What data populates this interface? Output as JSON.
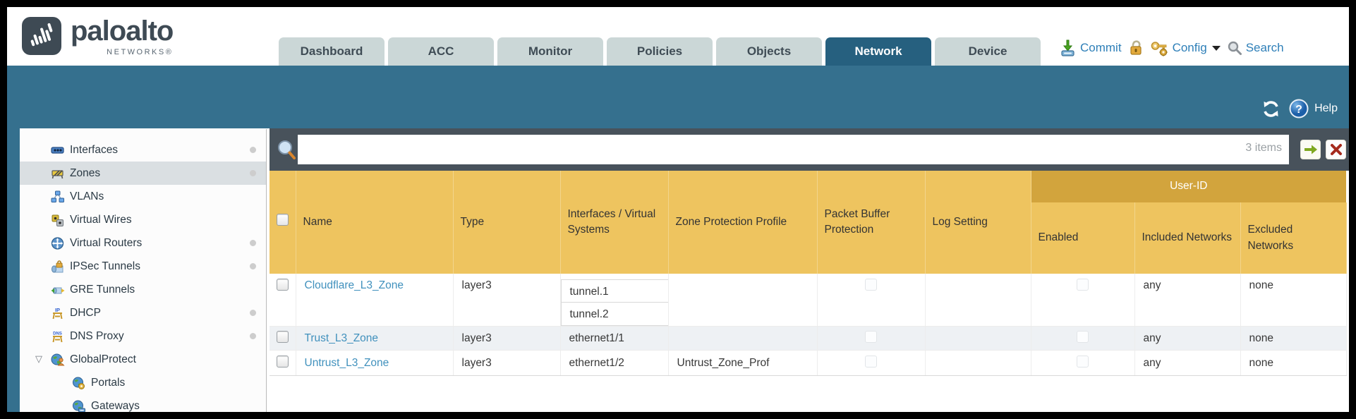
{
  "brand": {
    "name": "paloalto",
    "sub": "NETWORKS®"
  },
  "nav": {
    "tabs": [
      {
        "label": "Dashboard",
        "active": false
      },
      {
        "label": "ACC",
        "active": false
      },
      {
        "label": "Monitor",
        "active": false
      },
      {
        "label": "Policies",
        "active": false
      },
      {
        "label": "Objects",
        "active": false
      },
      {
        "label": "Network",
        "active": true
      },
      {
        "label": "Device",
        "active": false
      }
    ]
  },
  "actions": {
    "commit": "Commit",
    "config": "Config",
    "search": "Search",
    "help": "Help"
  },
  "toolbar": {
    "filter_value": "",
    "items_count": "3 items"
  },
  "sidebar": {
    "items": [
      {
        "label": "Interfaces",
        "icon": "interfaces-icon",
        "dot": true,
        "selected": false
      },
      {
        "label": "Zones",
        "icon": "zones-icon",
        "dot": true,
        "selected": true
      },
      {
        "label": "VLANs",
        "icon": "vlans-icon",
        "dot": false,
        "selected": false
      },
      {
        "label": "Virtual Wires",
        "icon": "virtual-wires-icon",
        "dot": false,
        "selected": false
      },
      {
        "label": "Virtual Routers",
        "icon": "virtual-routers-icon",
        "dot": true,
        "selected": false
      },
      {
        "label": "IPSec Tunnels",
        "icon": "ipsec-tunnels-icon",
        "dot": true,
        "selected": false
      },
      {
        "label": "GRE Tunnels",
        "icon": "gre-tunnels-icon",
        "dot": false,
        "selected": false
      },
      {
        "label": "DHCP",
        "icon": "dhcp-icon",
        "dot": true,
        "selected": false
      },
      {
        "label": "DNS Proxy",
        "icon": "dns-proxy-icon",
        "dot": true,
        "selected": false
      },
      {
        "label": "GlobalProtect",
        "icon": "globalprotect-icon",
        "dot": false,
        "selected": false,
        "expanded": true,
        "children": [
          {
            "label": "Portals",
            "icon": "portals-icon"
          },
          {
            "label": "Gateways",
            "icon": "gateways-icon"
          }
        ]
      }
    ]
  },
  "table": {
    "columns": [
      "Name",
      "Type",
      "Interfaces / Virtual Systems",
      "Zone Protection Profile",
      "Packet Buffer Protection",
      "Log Setting"
    ],
    "group_header": "User-ID",
    "user_id_columns": [
      "Enabled",
      "Included Networks",
      "Excluded Networks"
    ],
    "rows": [
      {
        "name": "Cloudflare_L3_Zone",
        "type": "layer3",
        "interfaces": [
          "tunnel.1",
          "tunnel.2"
        ],
        "zone_protection_profile": "",
        "log_setting": "",
        "included_networks": "any",
        "excluded_networks": "none"
      },
      {
        "name": "Trust_L3_Zone",
        "type": "layer3",
        "interfaces": [
          "ethernet1/1"
        ],
        "zone_protection_profile": "",
        "log_setting": "",
        "included_networks": "any",
        "excluded_networks": "none"
      },
      {
        "name": "Untrust_L3_Zone",
        "type": "layer3",
        "interfaces": [
          "ethernet1/2"
        ],
        "zone_protection_profile": "Untrust_Zone_Prof",
        "log_setting": "",
        "included_networks": "any",
        "excluded_networks": "none"
      }
    ]
  },
  "colors": {
    "teal_band": "#35708e",
    "active_tab": "#26607f",
    "inactive_tab": "#cbd7d7",
    "filter_strip": "#48525b",
    "header_gold": "#eec45f",
    "header_gold_dark": "#d2a43d",
    "link_blue": "#4191bd",
    "action_blue": "#2e7fb8",
    "alt_row": "#eef1f4"
  }
}
